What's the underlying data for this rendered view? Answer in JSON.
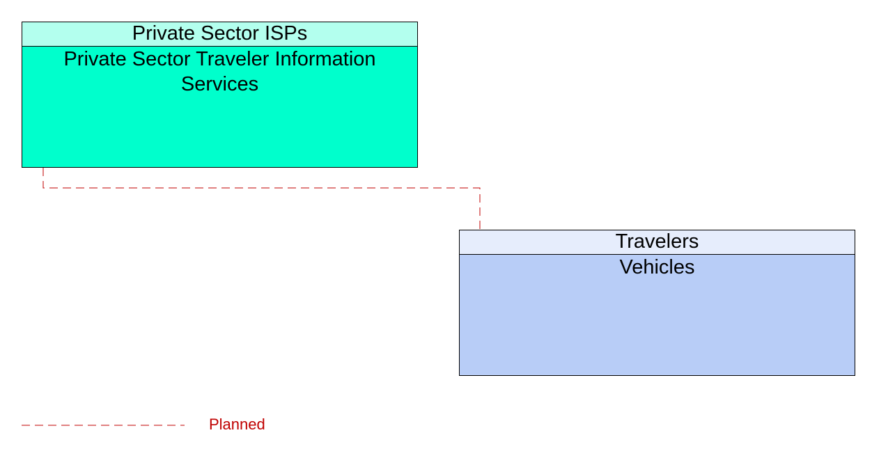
{
  "nodes": {
    "isp": {
      "header": "Private Sector ISPs",
      "body": "Private Sector Traveler Information Services",
      "header_color": "#b3ffee",
      "body_color": "#00ffcc"
    },
    "travelers": {
      "header": "Travelers",
      "body": "Vehicles",
      "header_color": "#e6edfc",
      "body_color": "#b8cdf7"
    }
  },
  "connector": {
    "from": "isp",
    "to": "travelers",
    "status": "Planned",
    "color": "#c00000"
  },
  "legend": {
    "items": [
      {
        "label": "Planned",
        "color": "#c00000",
        "style": "dashed"
      }
    ]
  }
}
